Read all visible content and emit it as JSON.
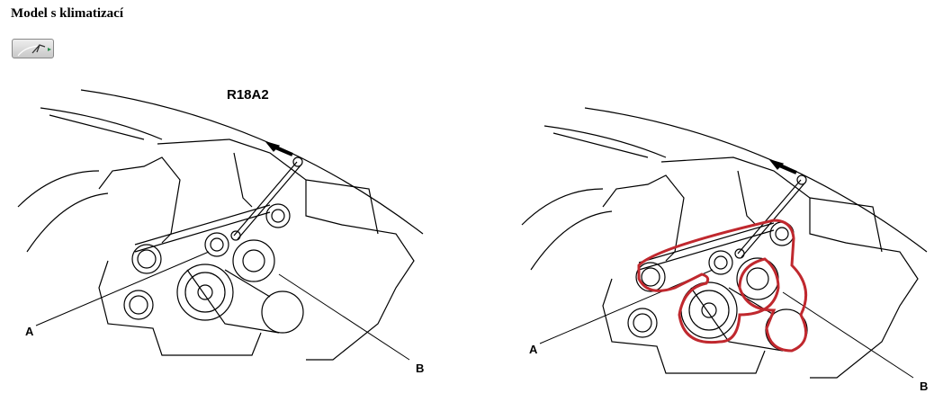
{
  "page": {
    "title": "Model s klimatizací"
  },
  "toolbar": {
    "tool_button_icon": "caliper-icon"
  },
  "figures": [
    {
      "engine_code": "R18A2",
      "label_a": "A",
      "label_b": "B"
    },
    {
      "label_a": "A",
      "label_b": "B",
      "belt_color": "#c0282e"
    }
  ]
}
